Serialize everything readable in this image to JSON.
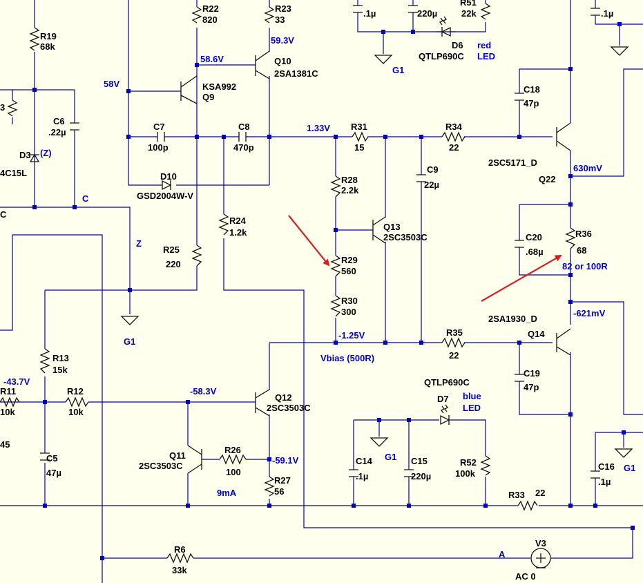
{
  "colors": {
    "background": "#ffffee",
    "wire": "#0000aa",
    "net_label": "#0000cc",
    "component": "#111111",
    "annotation_arrow": "#d42020"
  },
  "components": {
    "r19": {
      "ref": "R19",
      "value": "68k"
    },
    "r22": {
      "ref": "R22",
      "value": "820"
    },
    "r23": {
      "ref": "R23",
      "value": "33"
    },
    "r51": {
      "ref": "R51",
      "value": "22k"
    },
    "c_top1": {
      "value": ".1µ"
    },
    "c_top2": {
      "value": "220µ"
    },
    "c_top3": {
      "value": ".1µ"
    },
    "d6": {
      "ref": "D6",
      "part": "QTLP690C",
      "label1": "red",
      "label2": "LED"
    },
    "q10": {
      "ref": "Q10",
      "part": "2SA1381C"
    },
    "q9": {
      "ref": "Q9",
      "part": "KSA992"
    },
    "c6": {
      "ref": "C6",
      "value": ".22µ"
    },
    "d3": {
      "ref": "D3",
      "tag": "(Z)",
      "part_partial": "4C15L"
    },
    "c7": {
      "ref": "C7",
      "value": "100p"
    },
    "c8": {
      "ref": "C8",
      "value": "470p"
    },
    "d10": {
      "ref": "D10",
      "part": "GSD2004W-V"
    },
    "r31": {
      "ref": "R31",
      "value": "15"
    },
    "r34": {
      "ref": "R34",
      "value": "22"
    },
    "c18": {
      "ref": "C18",
      "value": "47p"
    },
    "q22": {
      "ref": "Q22",
      "part": "2SC5171_D"
    },
    "c9": {
      "ref": "C9",
      "value": "22µ"
    },
    "r28": {
      "ref": "R28",
      "value": "2.2k"
    },
    "q13": {
      "ref": "Q13",
      "part": "2SC3503C"
    },
    "r24": {
      "ref": "R24",
      "value": "1.2k"
    },
    "r25": {
      "ref": "R25",
      "value": "220"
    },
    "r29": {
      "ref": "R29",
      "value": "560"
    },
    "r30": {
      "ref": "R30",
      "value": "300"
    },
    "c20": {
      "ref": "C20",
      "value": ".68µ"
    },
    "r36": {
      "ref": "R36",
      "value": "68",
      "note": "82 or 100R"
    },
    "q14": {
      "ref": "Q14",
      "part": "2SA1930_D"
    },
    "r35": {
      "ref": "R35",
      "value": "22"
    },
    "c19": {
      "ref": "C19",
      "value": "47p"
    },
    "r13": {
      "ref": "R13",
      "value": "15k"
    },
    "r11": {
      "ref": "R11",
      "value": "10k"
    },
    "r12": {
      "ref": "R12",
      "value": "10k"
    },
    "q12": {
      "ref": "Q12",
      "part": "2SC3503C"
    },
    "q11": {
      "ref": "Q11",
      "part": "2SC3503C"
    },
    "r26": {
      "ref": "R26",
      "value": "100"
    },
    "r27": {
      "ref": "R27",
      "value": "56"
    },
    "c5": {
      "ref": "C5",
      "value": "47µ"
    },
    "d7": {
      "ref": "D7",
      "part": "QTLP690C",
      "label1": "blue",
      "label2": "LED"
    },
    "c14": {
      "ref": "C14",
      "value": ".1µ"
    },
    "c15": {
      "ref": "C15",
      "value": "220µ"
    },
    "r52": {
      "ref": "R52",
      "value": "100k"
    },
    "c16": {
      "ref": "C16",
      "value": ".1µ"
    },
    "r33": {
      "ref": "R33",
      "value": "22"
    },
    "r6": {
      "ref": "R6",
      "value": "33k"
    },
    "v3": {
      "ref": "V3",
      "value": "AC 0"
    }
  },
  "nets": {
    "v58": "58V",
    "v58_6": "58.6V",
    "v59_3": "59.3V",
    "v1_33": "1.33V",
    "v630m": "630mV",
    "v_621m": "-621mV",
    "v_1_25": "-1.25V",
    "vbias": "Vbias (500R)",
    "v_43_7": "-43.7V",
    "v_58_3": "-58.3V",
    "v_59_1": "-59.1V",
    "i9m": "9mA",
    "c": "C",
    "z": "Z",
    "a": "A",
    "g1": "G1",
    "partial_45": "45",
    "partial_c": "C",
    "partial_3": "3"
  }
}
